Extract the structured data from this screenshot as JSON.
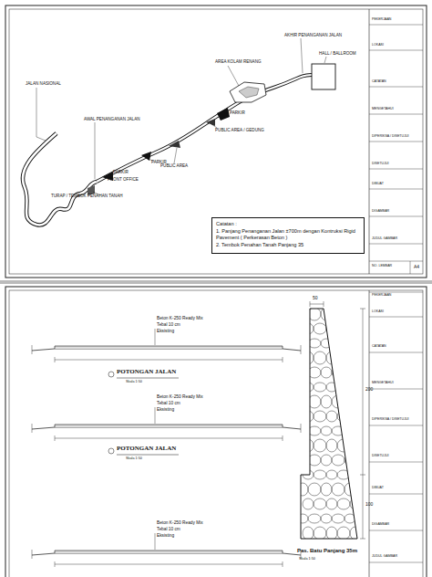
{
  "diagram": {
    "nodes": [
      {
        "text": [
          "Catatan :",
          "1. Panjang Penanganan Jalan ±700m dengan Kontruksi Rigid Pavement ( Perkerasan Beton )",
          "2. Tembok Penahan Tanah Panjang 35"
        ]
      }
    ],
    "labels": [
      "JALAN NASIONAL",
      "AWAL PENANGANAN JALAN",
      "AREA KOLAM RENANG",
      "AKHIR PENANGANAN JALAN",
      "HALL / BALLROOM",
      "PARKIR",
      "PUBLIC AREA / GEDUNG",
      "PUBLIC AREA",
      "PARKIR",
      "PARKIR",
      "FRONT OFFICE",
      "TURAP / TEMBOK PENAHAN TANAH",
      "PEKERJAAN",
      "LOKASI",
      "CATATAN",
      "MENGETAHUI",
      "DIPERIKSA / DISETUJUI",
      "DISETUJUI",
      "DIBUAT",
      "DIGAMBAR",
      "JUDUL GAMBAR",
      "NO. LEMBAR",
      "A4",
      "Beton K-250 Ready Mix",
      "Tebal 10 cm",
      "Eksisting",
      "POTONGAN JALAN",
      "Skala 1:50",
      "Beton K-250 Ready Mix",
      "Tebal 10 cm",
      "Eksisting",
      "POTONGAN JALAN",
      "Skala 1:50",
      "Beton K-250 Ready Mix",
      "Tebal 10 cm",
      "Eksisting",
      "50",
      "200",
      "100",
      "Pas. Batu Panjang 35m",
      "Skala 1:50",
      "PEKERJAAN",
      "LOKASI",
      "CATATAN",
      "MENGETAHUI",
      "DIPERIKSA / DISETUJUI",
      "DISETUJUI",
      "DIBUAT",
      "DIGAMBAR",
      "JUDUL GAMBAR"
    ]
  }
}
